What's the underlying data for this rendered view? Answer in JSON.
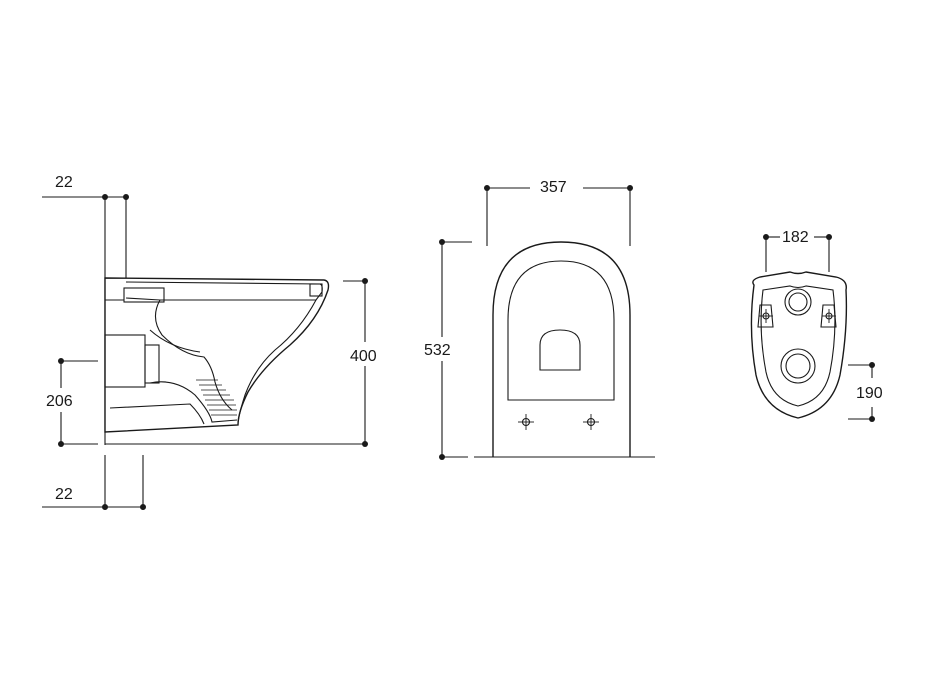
{
  "dimensions": {
    "side_top_wall_offset": "22",
    "side_bottom_wall_offset": "22",
    "side_outlet_height": "206",
    "side_height": "400",
    "top_width": "357",
    "top_length": "532",
    "rear_fixing_spacing": "182",
    "rear_inlet_height": "190"
  },
  "colors": {
    "line": "#1a1a1a",
    "background": "#ffffff"
  }
}
